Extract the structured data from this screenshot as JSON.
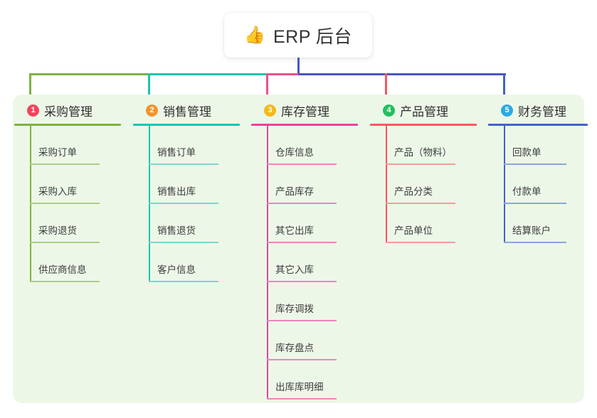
{
  "diagram": {
    "type": "mind-map",
    "root": {
      "icon": "thumbs-up-icon",
      "icon_glyph": "👍",
      "label": "ERP 后台",
      "stem_color": "#4a56c4"
    },
    "panel_color": "#edf7e8",
    "columns": [
      {
        "index": "1",
        "badge_text": "1",
        "badge_color": "#f2445c",
        "title": "采购管理",
        "line_color": "#7cb342",
        "leaf_line_color": "#a8cf83",
        "connector_color": "#7cb342",
        "items": [
          {
            "label": "采购订单"
          },
          {
            "label": "采购入库"
          },
          {
            "label": "采购退货"
          },
          {
            "label": "供应商信息"
          }
        ]
      },
      {
        "index": "2",
        "badge_text": "2",
        "badge_color": "#f29430",
        "title": "销售管理",
        "line_color": "#19c6b0",
        "leaf_line_color": "#79d8cd",
        "connector_color": "#19c6b0",
        "items": [
          {
            "label": "销售订单"
          },
          {
            "label": "销售出库"
          },
          {
            "label": "销售退货"
          },
          {
            "label": "客户信息"
          }
        ]
      },
      {
        "index": "3",
        "badge_text": "3",
        "badge_color": "#f5b919",
        "title": "库存管理",
        "line_color": "#e8449a",
        "leaf_line_color": "#ed85bb",
        "connector_color": "#ee4f8f",
        "items": [
          {
            "label": "仓库信息"
          },
          {
            "label": "产品库存"
          },
          {
            "label": "其它出库"
          },
          {
            "label": "其它入库"
          },
          {
            "label": "库存调拨"
          },
          {
            "label": "库存盘点"
          },
          {
            "label": "出库库明细"
          }
        ]
      },
      {
        "index": "4",
        "badge_text": "4",
        "badge_color": "#21bf62",
        "title": "产品管理",
        "line_color": "#f8575f",
        "leaf_line_color": "#f79b9b",
        "connector_color": "#f8575f",
        "items": [
          {
            "label": "产品（物料）"
          },
          {
            "label": "产品分类"
          },
          {
            "label": "产品单位"
          }
        ]
      },
      {
        "index": "5",
        "badge_text": "5",
        "badge_color": "#29aae2",
        "title": "财务管理",
        "line_color": "#3f63c8",
        "leaf_line_color": "#8ba5de",
        "connector_color": "#3f63c8",
        "items": [
          {
            "label": "回款单"
          },
          {
            "label": "付款单"
          },
          {
            "label": "结算账户"
          }
        ]
      }
    ]
  }
}
